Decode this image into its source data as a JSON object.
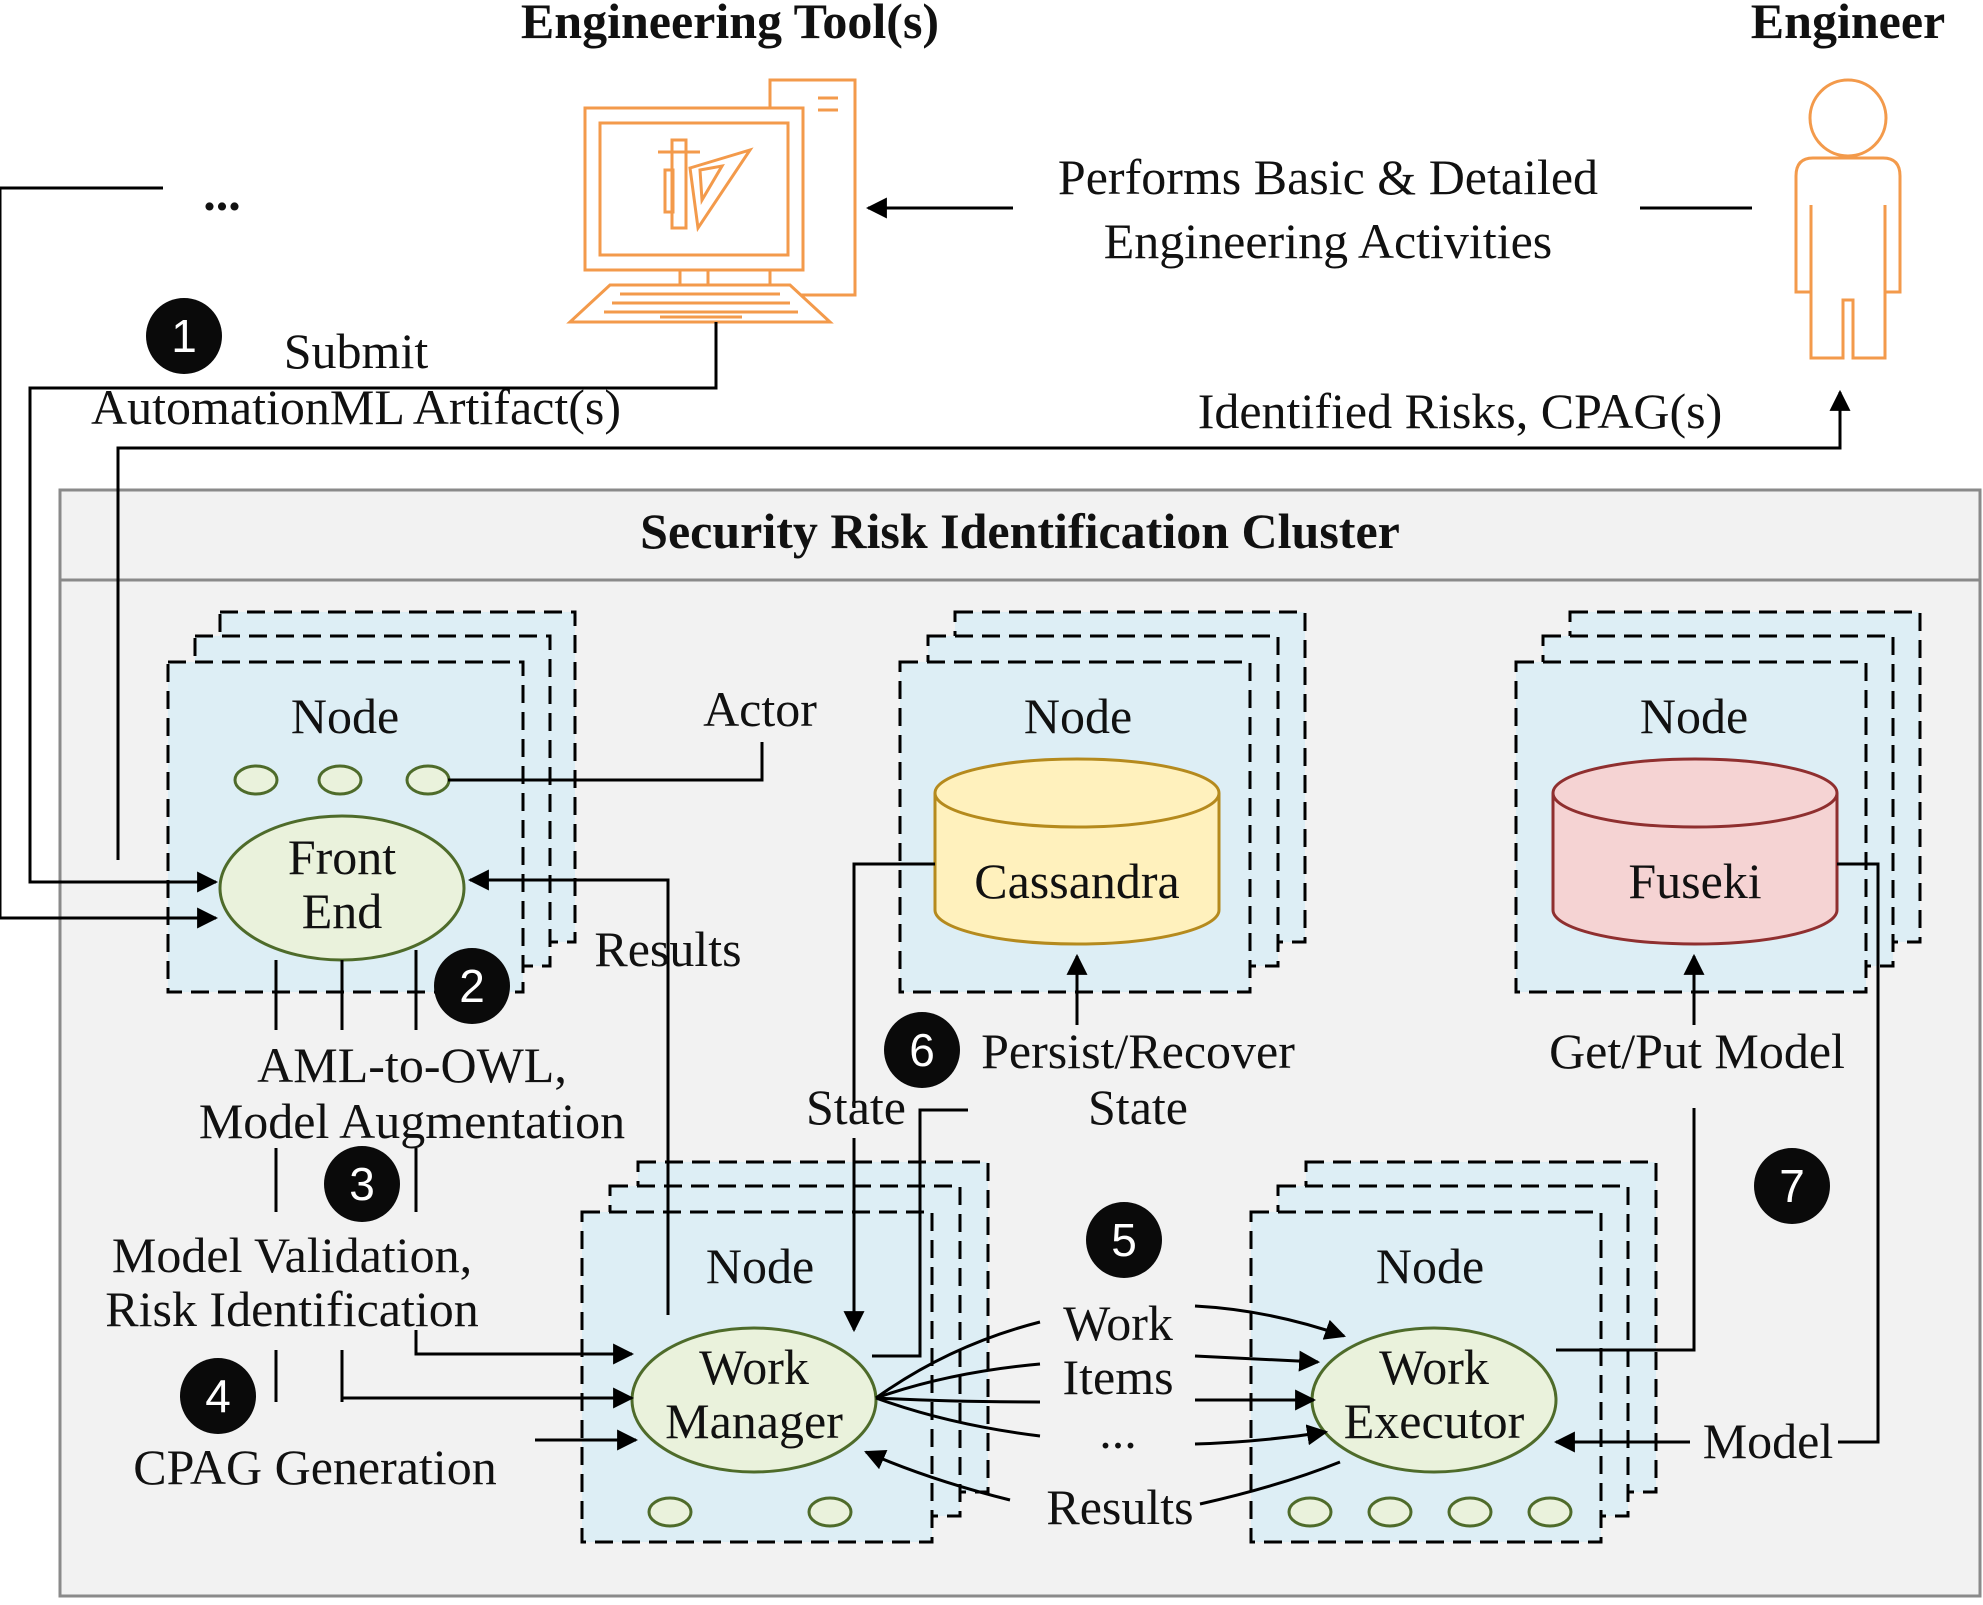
{
  "header": {
    "engineering_tools": "Engineering Tool(s)",
    "engineer": "Engineer"
  },
  "labels": {
    "performs_line1": "Performs Basic & Detailed",
    "performs_line2": "Engineering Activities",
    "ellipsis_top": "...",
    "submit_line1": "Submit",
    "submit_line2": "AutomationML Artifact(s)",
    "identified": "Identified Risks, CPAG(s)",
    "actor": "Actor",
    "results_fe": "Results",
    "aml_line1": "AML-to-OWL,",
    "aml_line2": "Model Augmentation",
    "validation_line1": "Model Validation,",
    "validation_line2": "Risk Identification",
    "cpag": "CPAG Generation",
    "state": "State",
    "persist_line1": "Persist/Recover",
    "persist_line2": "State",
    "getput": "Get/Put Model",
    "work_line1": "Work",
    "work_line2": "Items",
    "ellipsis_work": "...",
    "results_work": "Results",
    "model": "Model"
  },
  "cluster": {
    "title": "Security Risk Identification Cluster"
  },
  "nodes": {
    "fe": {
      "title": "Node",
      "component_line1": "Front",
      "component_line2": "End"
    },
    "cass": {
      "title": "Node",
      "db": "Cassandra"
    },
    "fuseki": {
      "title": "Node",
      "db": "Fuseki"
    },
    "wm": {
      "title": "Node",
      "component_line1": "Work",
      "component_line2": "Manager"
    },
    "we": {
      "title": "Node",
      "component_line1": "Work",
      "component_line2": "Executor"
    }
  },
  "steps": [
    "1",
    "2",
    "3",
    "4",
    "5",
    "6",
    "7"
  ],
  "colors": {
    "icon_orange": "#f39a4b",
    "node_fill": "#ddeef5",
    "component_fill": "#eaf2dc",
    "component_stroke": "#4e6b2a",
    "cassandra_fill": "#fff1bd",
    "cassandra_stroke": "#b58a1d",
    "fuseki_fill": "#f5d3d3",
    "fuseki_stroke": "#8f2f2f",
    "cluster_fill": "#f2f2f2",
    "cluster_stroke": "#8a8a8a"
  },
  "icons": [
    "computer-icon",
    "engineer-person-icon"
  ]
}
